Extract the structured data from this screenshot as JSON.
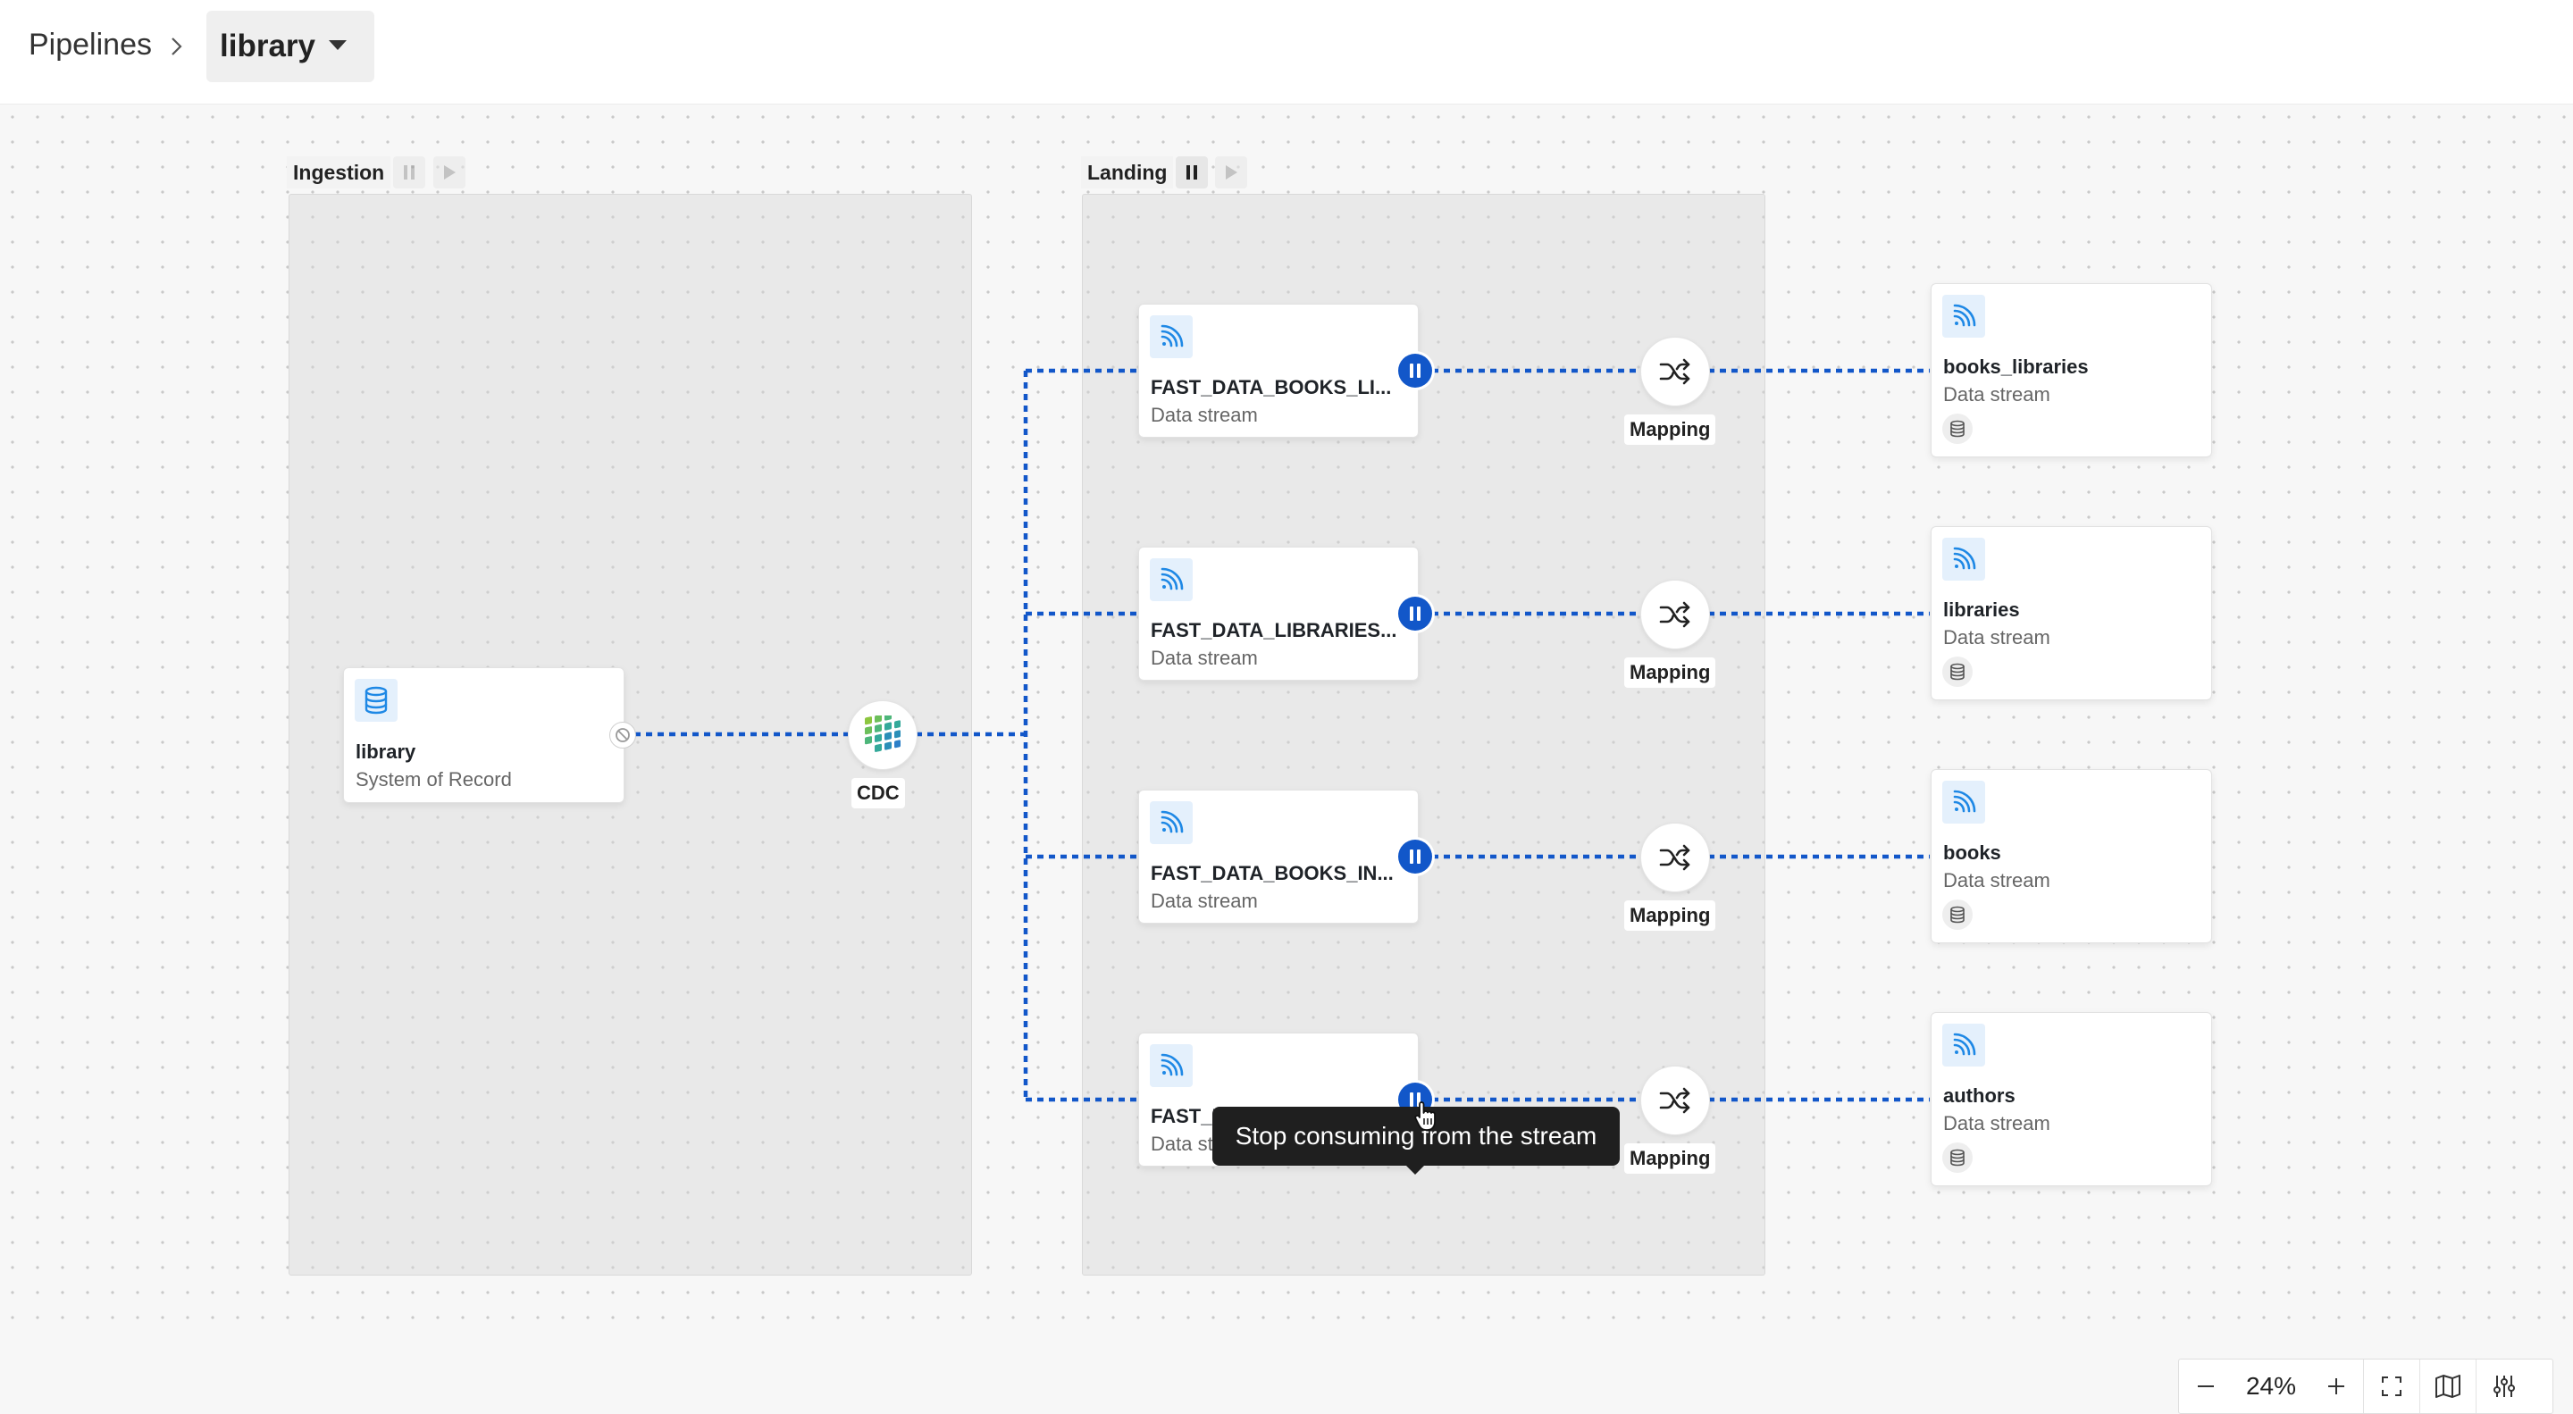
{
  "breadcrumb": {
    "root": "Pipelines",
    "current": "library"
  },
  "groups": {
    "ingestion": {
      "label": "Ingestion"
    },
    "landing": {
      "label": "Landing"
    }
  },
  "source": {
    "title": "library",
    "subtitle": "System of Record"
  },
  "cdc": {
    "label": "CDC"
  },
  "landing_streams": [
    {
      "title": "FAST_DATA_BOOKS_LI...",
      "subtitle": "Data stream"
    },
    {
      "title": "FAST_DATA_LIBRARIES...",
      "subtitle": "Data stream"
    },
    {
      "title": "FAST_DATA_BOOKS_IN...",
      "subtitle": "Data stream"
    },
    {
      "title": "FAST_DATA_AUTHORS...",
      "subtitle": "Data stream"
    }
  ],
  "mappings": [
    {
      "label": "Mapping"
    },
    {
      "label": "Mapping"
    },
    {
      "label": "Mapping"
    },
    {
      "label": "Mapping"
    }
  ],
  "targets": [
    {
      "title": "books_libraries",
      "subtitle": "Data stream"
    },
    {
      "title": "libraries",
      "subtitle": "Data stream"
    },
    {
      "title": "books",
      "subtitle": "Data stream"
    },
    {
      "title": "authors",
      "subtitle": "Data stream"
    }
  ],
  "tooltip": "Stop consuming from the stream",
  "zoom": {
    "level": "24%"
  },
  "colors": {
    "edge": "#1257c9",
    "accent": "#1e88e5"
  }
}
